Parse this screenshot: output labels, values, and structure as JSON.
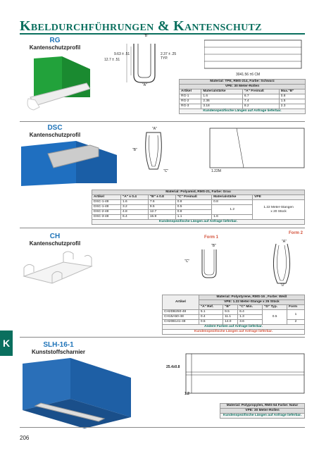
{
  "page": {
    "title": "Kbeldurchführungen & Kantenschutz",
    "page_number": "206",
    "tab_letter": "K"
  },
  "sections": {
    "rg": {
      "code": "RG",
      "subtitle": "Kantenschutzprofil",
      "dims": {
        "d1": "12.7 ± .51",
        "d2": "9.63 ± .51",
        "d3": "2.37 ± .25\nTYP.",
        "d4": "\"B\"",
        "d5": "\"A\"",
        "d6": "3041.56 ±6 CM"
      },
      "table": {
        "header1": "Material: TPE, RMS-214, Farbe: Schwarz",
        "header2": "VPE: 30 Meter-Rollen",
        "columns": [
          "Artikel",
          "Materialstärke",
          "\"A\" Freimaß",
          "Max.\"B\""
        ],
        "rows": [
          [
            "RG-1",
            "1.6",
            "6.7",
            "0.8"
          ],
          [
            "RG-2",
            "2.36",
            "7.4",
            "1.5"
          ],
          [
            "RG-3",
            "3.18",
            "8.2",
            "2.3"
          ]
        ],
        "note": "Kundenspezifische Längen auf Anfrage lieferbar."
      }
    },
    "dsc": {
      "code": "DSC",
      "subtitle": "Kantenschutzprofil",
      "dims": {
        "a": "\"A\"",
        "b": "\"B\"",
        "c": "\"C\"",
        "len": "1.22M"
      },
      "table": {
        "header": "Material: Polyamid, RMS-21, Farbe: Grau",
        "columns": [
          "Artikel",
          "\"A\" ± 0.4",
          "\"B\" ± 0.8",
          "\"C\" Freimaß",
          "Materialstärke",
          "VPE"
        ],
        "rows": [
          [
            "DSC-1-48",
            "1.6",
            "7.6",
            "0.8",
            "0.8"
          ],
          [
            "DSC-1-48",
            "3.2",
            "9.5",
            "0.5",
            ""
          ],
          [
            "DSC-2-48",
            "4.8",
            "12.7",
            "0.8",
            ""
          ],
          [
            "DSC-3-48",
            "6.4",
            "15.9",
            "1.1",
            "1.6"
          ]
        ],
        "merged_thickness": "1.2",
        "vpe": "1.22 Meter-Stangen\nx 20 Stück",
        "note": "Kundenspezifische Längen auf Anfrage lieferbar."
      }
    },
    "ch": {
      "code": "CH",
      "subtitle": "Kantenschutzprofil",
      "form1": "Form 1",
      "form2": "Form 2",
      "dims": {
        "a": "\"A\"",
        "b": "\"B\"",
        "c": "\"C\"",
        "d": "\"D\""
      },
      "table": {
        "header1": "Material: Polystyrene, RMS-16 , Farbe: Weiß",
        "header2": "VPE: 1.22 Meter-Stange x 25 Stück",
        "col_article": "Artikel",
        "columns": [
          "\"A\" Ref.",
          "\"B\"",
          "\"C\" Min.",
          "\"D\" Typ.",
          "Form"
        ],
        "rows": [
          [
            "CH2DB250-48",
            "5.1",
            "9.5",
            "6.4",
            "",
            ""
          ],
          [
            "CH15A50-48",
            "0.4",
            "11.1",
            "1.3",
            "",
            ""
          ],
          [
            "CH20B141-48",
            "0.5",
            "14.0",
            "3.6",
            "",
            "2"
          ]
        ],
        "merged_d": "0.5",
        "merged_form": "1",
        "note1": "Andere Farben auf Anfrage lieferbar.",
        "note2": "Kundenspezifische Längen auf Anfrage lieferbar."
      }
    },
    "slh": {
      "code": "SLH-16-1",
      "subtitle": "Kunststoffscharnier",
      "dims": {
        "w": "25.4±0.8",
        "t": "1.2"
      },
      "table": {
        "header1": "Material: Polypropylen, RMS-54 Farbe: Natur",
        "header2": "VPE: 30 Meter-Rollen",
        "note": "Kundenspezifische Längen auf Anfrage lieferbar."
      }
    }
  },
  "colors": {
    "brand": "#0a6f5e",
    "code": "#1e73b8",
    "accent": "#d4533c"
  }
}
